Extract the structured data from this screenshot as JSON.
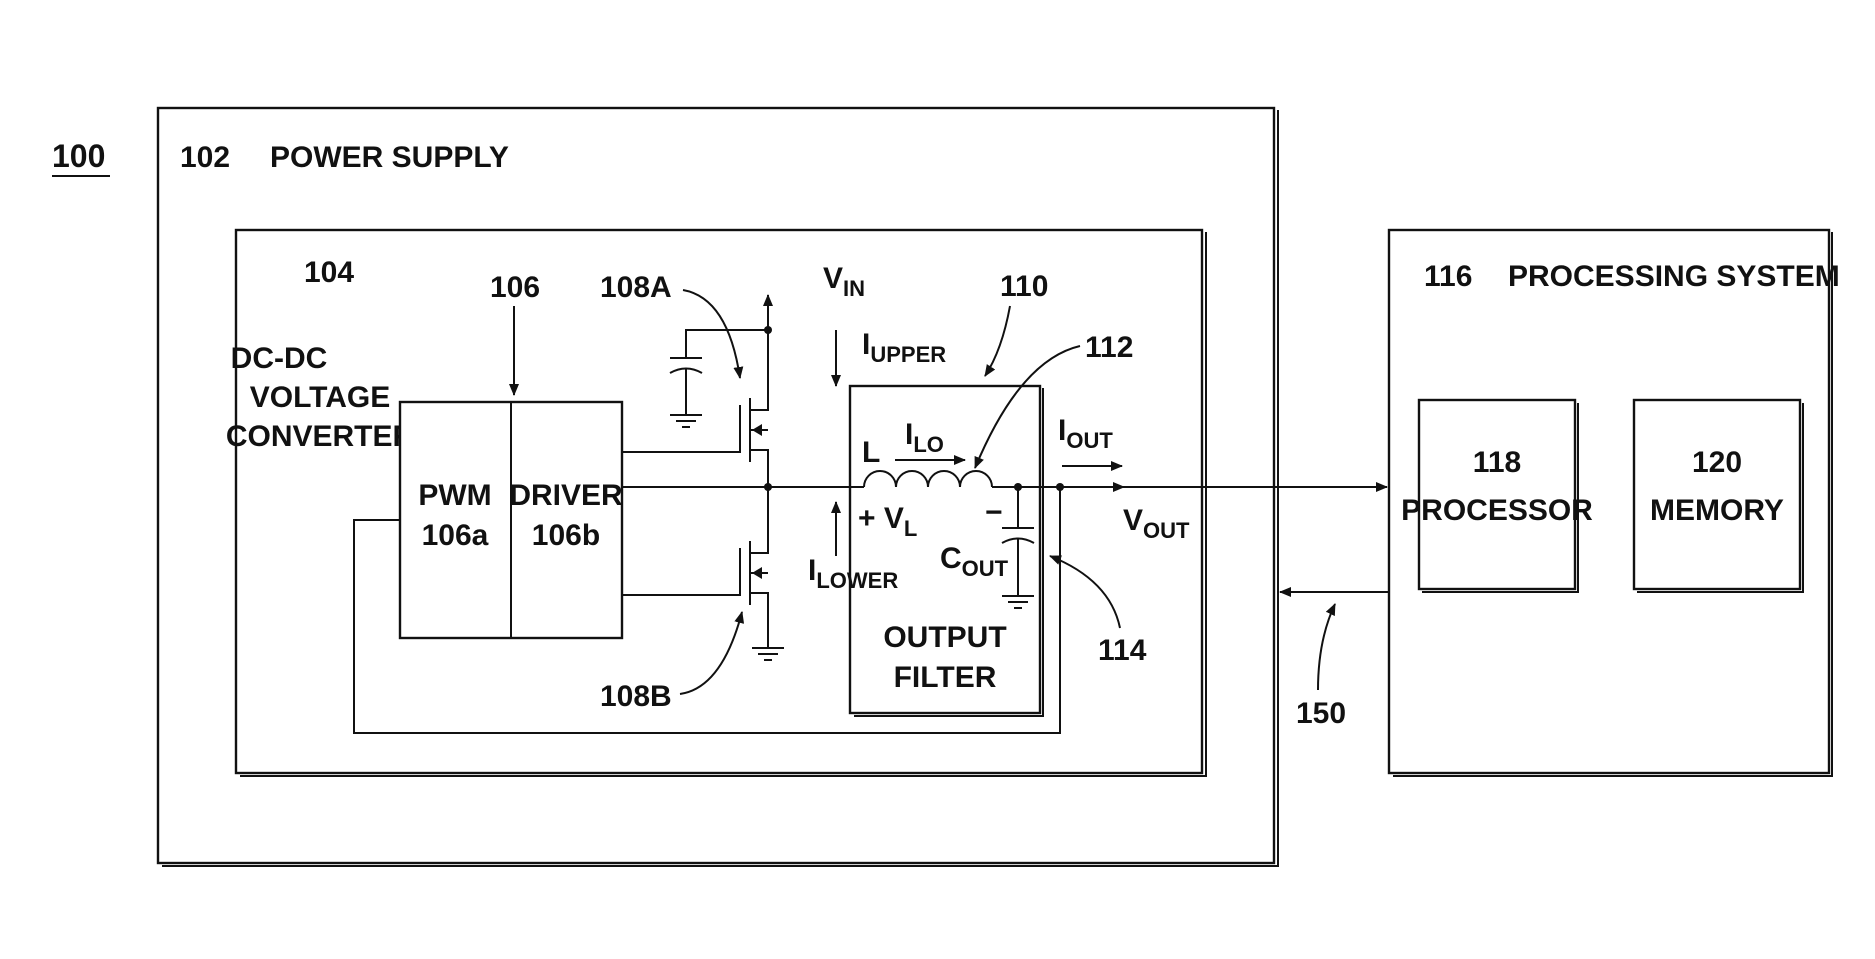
{
  "figure_ref": "100",
  "power_supply": {
    "ref": "102",
    "label": "POWER SUPPLY"
  },
  "converter": {
    "ref": "104",
    "label_lines": [
      "DC-DC",
      "VOLTAGE",
      "CONVERTER"
    ]
  },
  "controller_ref": "106",
  "pwm": {
    "line1": "PWM",
    "line2": "106a"
  },
  "driver": {
    "line1": "DRIVER",
    "line2": "106b"
  },
  "switch_upper_ref": "108A",
  "switch_lower_ref": "108B",
  "filter_ref": "110",
  "inductor_ref": "112",
  "capacitor_ref": "114",
  "output_filter": {
    "line1": "OUTPUT",
    "line2": "FILTER"
  },
  "signals": {
    "vin": {
      "main": "V",
      "sub": "IN"
    },
    "iupper": {
      "main": "I",
      "sub": "UPPER"
    },
    "ilower": {
      "main": "I",
      "sub": "LOWER"
    },
    "ilo": {
      "main": "I",
      "sub": "LO"
    },
    "iout": {
      "main": "I",
      "sub": "OUT"
    },
    "vout": {
      "main": "V",
      "sub": "OUT"
    },
    "vl": {
      "main": "+ V",
      "sub": "L"
    },
    "cout": {
      "main": "C",
      "sub": "OUT"
    },
    "inductor": "L",
    "minus": "−"
  },
  "processing_system": {
    "ref": "116",
    "label": "PROCESSING SYSTEM"
  },
  "processor": {
    "line1": "118",
    "line2": "PROCESSOR"
  },
  "memory": {
    "line1": "120",
    "line2": "MEMORY"
  },
  "feedback_ref": "150"
}
